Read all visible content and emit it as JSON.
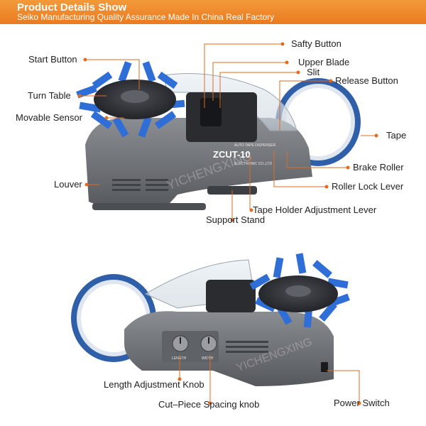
{
  "header": {
    "title": "Product Details Show",
    "subtitle": "Seiko Manufacturing Quality Assurance Made In China Real Factory"
  },
  "product": {
    "brand": "ZCUT-10",
    "model_caption": "AUTO TAPE DISPENSER",
    "maker_caption": "ELECTRONIC CO.,LTD",
    "watermark": "YICHENGXING",
    "knob_left_caption": "LENGTH",
    "knob_right_caption": "WIDTH"
  },
  "labels": {
    "start_button": "Start Button",
    "turn_table": "Turn Table",
    "movable_sensor": "Movable Sensor",
    "louver": "Louver",
    "support_stand": "Support Stand",
    "safty_button": "Safty Button",
    "upper_blade": "Upper Blade",
    "slit": "Slit",
    "release_button": "Release Button",
    "tape": "Tape",
    "brake_roller": "Brake Roller",
    "roller_lock_lever": "Roller Lock Lever",
    "tape_holder_lever": "Tape Holder Adjustment Lever",
    "length_knob": "Length Adjustment Knob",
    "spacing_knob": "Cut–Piece Spacing knob",
    "power_switch": "Power Switch"
  },
  "colors": {
    "header": "#ec8226",
    "callout": "#e36b1c",
    "body": "#6d7075",
    "tape": "#2f5fa8"
  }
}
